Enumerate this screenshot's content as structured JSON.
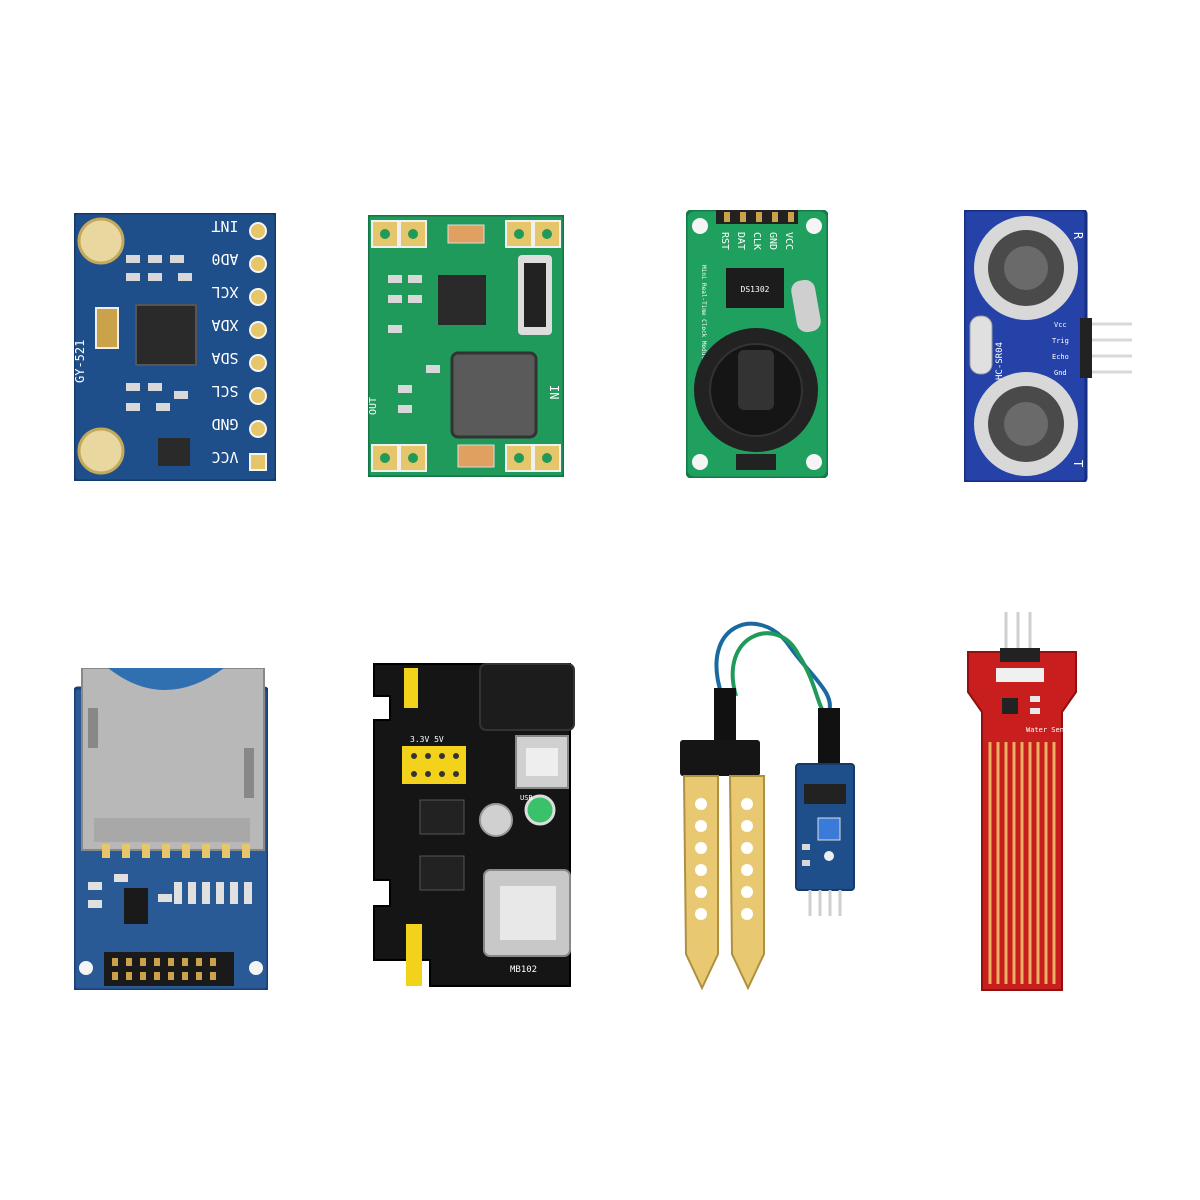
{
  "colors": {
    "background": "#ffffff",
    "pcb_blue": "#1f4f8a",
    "pcb_green": "#1f9a5a",
    "pcb_black": "#151515",
    "pcb_red": "#c81e1e",
    "gold": "#d7a84a",
    "header_yellow": "#f2d21b"
  },
  "mpu_module": {
    "pin_labels": [
      "INT",
      "AD0",
      "XCL",
      "XDA",
      "SDA",
      "SCL",
      "GND",
      "VCC"
    ],
    "board_label": "GY-521"
  },
  "buck_module": {
    "label_in": "IN",
    "label_out": "OUT"
  },
  "rtc_module": {
    "header_labels": [
      "VCC",
      "GND",
      "CLK",
      "DAT",
      "RST"
    ],
    "board_text": "Mini Real-Time Clock Module",
    "chip_text": "DS1302"
  },
  "ultrasonic_module": {
    "side_top": "R",
    "side_bottom": "T",
    "board_label": "HC-SR04",
    "pin_labels": [
      "Vcc",
      "Trig",
      "Echo",
      "Gnd"
    ]
  },
  "sd_module": {
    "icon": "sd-card-slot-icon"
  },
  "power_module": {
    "board_label": "3.3V 5V",
    "usb_label": "USB",
    "part_text": "MB102"
  },
  "soil_module": {
    "icon": "soil-probe-icon"
  },
  "water_module": {
    "board_label": "Water Sensor"
  }
}
